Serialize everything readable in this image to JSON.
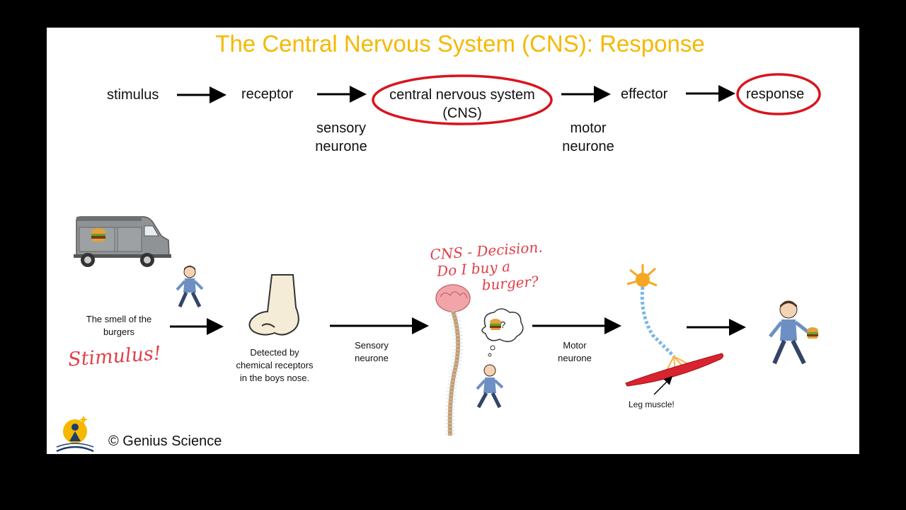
{
  "title": "The Central Nervous System (CNS): Response",
  "flow": {
    "stimulus": "stimulus",
    "receptor": "receptor",
    "cns_line1": "central nervous system",
    "cns_line2": "(CNS)",
    "effector": "effector",
    "response": "response",
    "sensory_line1": "sensory",
    "sensory_line2": "neurone",
    "motor_line1": "motor",
    "motor_line2": "neurone"
  },
  "scene": {
    "smell_line1": "The smell of the",
    "smell_line2": "burgers",
    "stimulus_note": "Stimulus!",
    "detected_line1": "Detected by",
    "detected_line2": "chemical receptors",
    "detected_line3": "in the boys nose.",
    "sensory_line1": "Sensory",
    "sensory_line2": "neurone",
    "cns_note_line1": "CNS - Decision.",
    "cns_note_line2": "Do I buy a",
    "cns_note_line3": "burger?",
    "thought": "?",
    "motor_line1": "Motor",
    "motor_line2": "neurone",
    "leg_muscle": "Leg muscle!"
  },
  "footer": {
    "copyright": "© Genius Science"
  },
  "colors": {
    "title": "#f5b800",
    "highlight_ring": "#d9141e",
    "handwriting": "#e0404a"
  }
}
